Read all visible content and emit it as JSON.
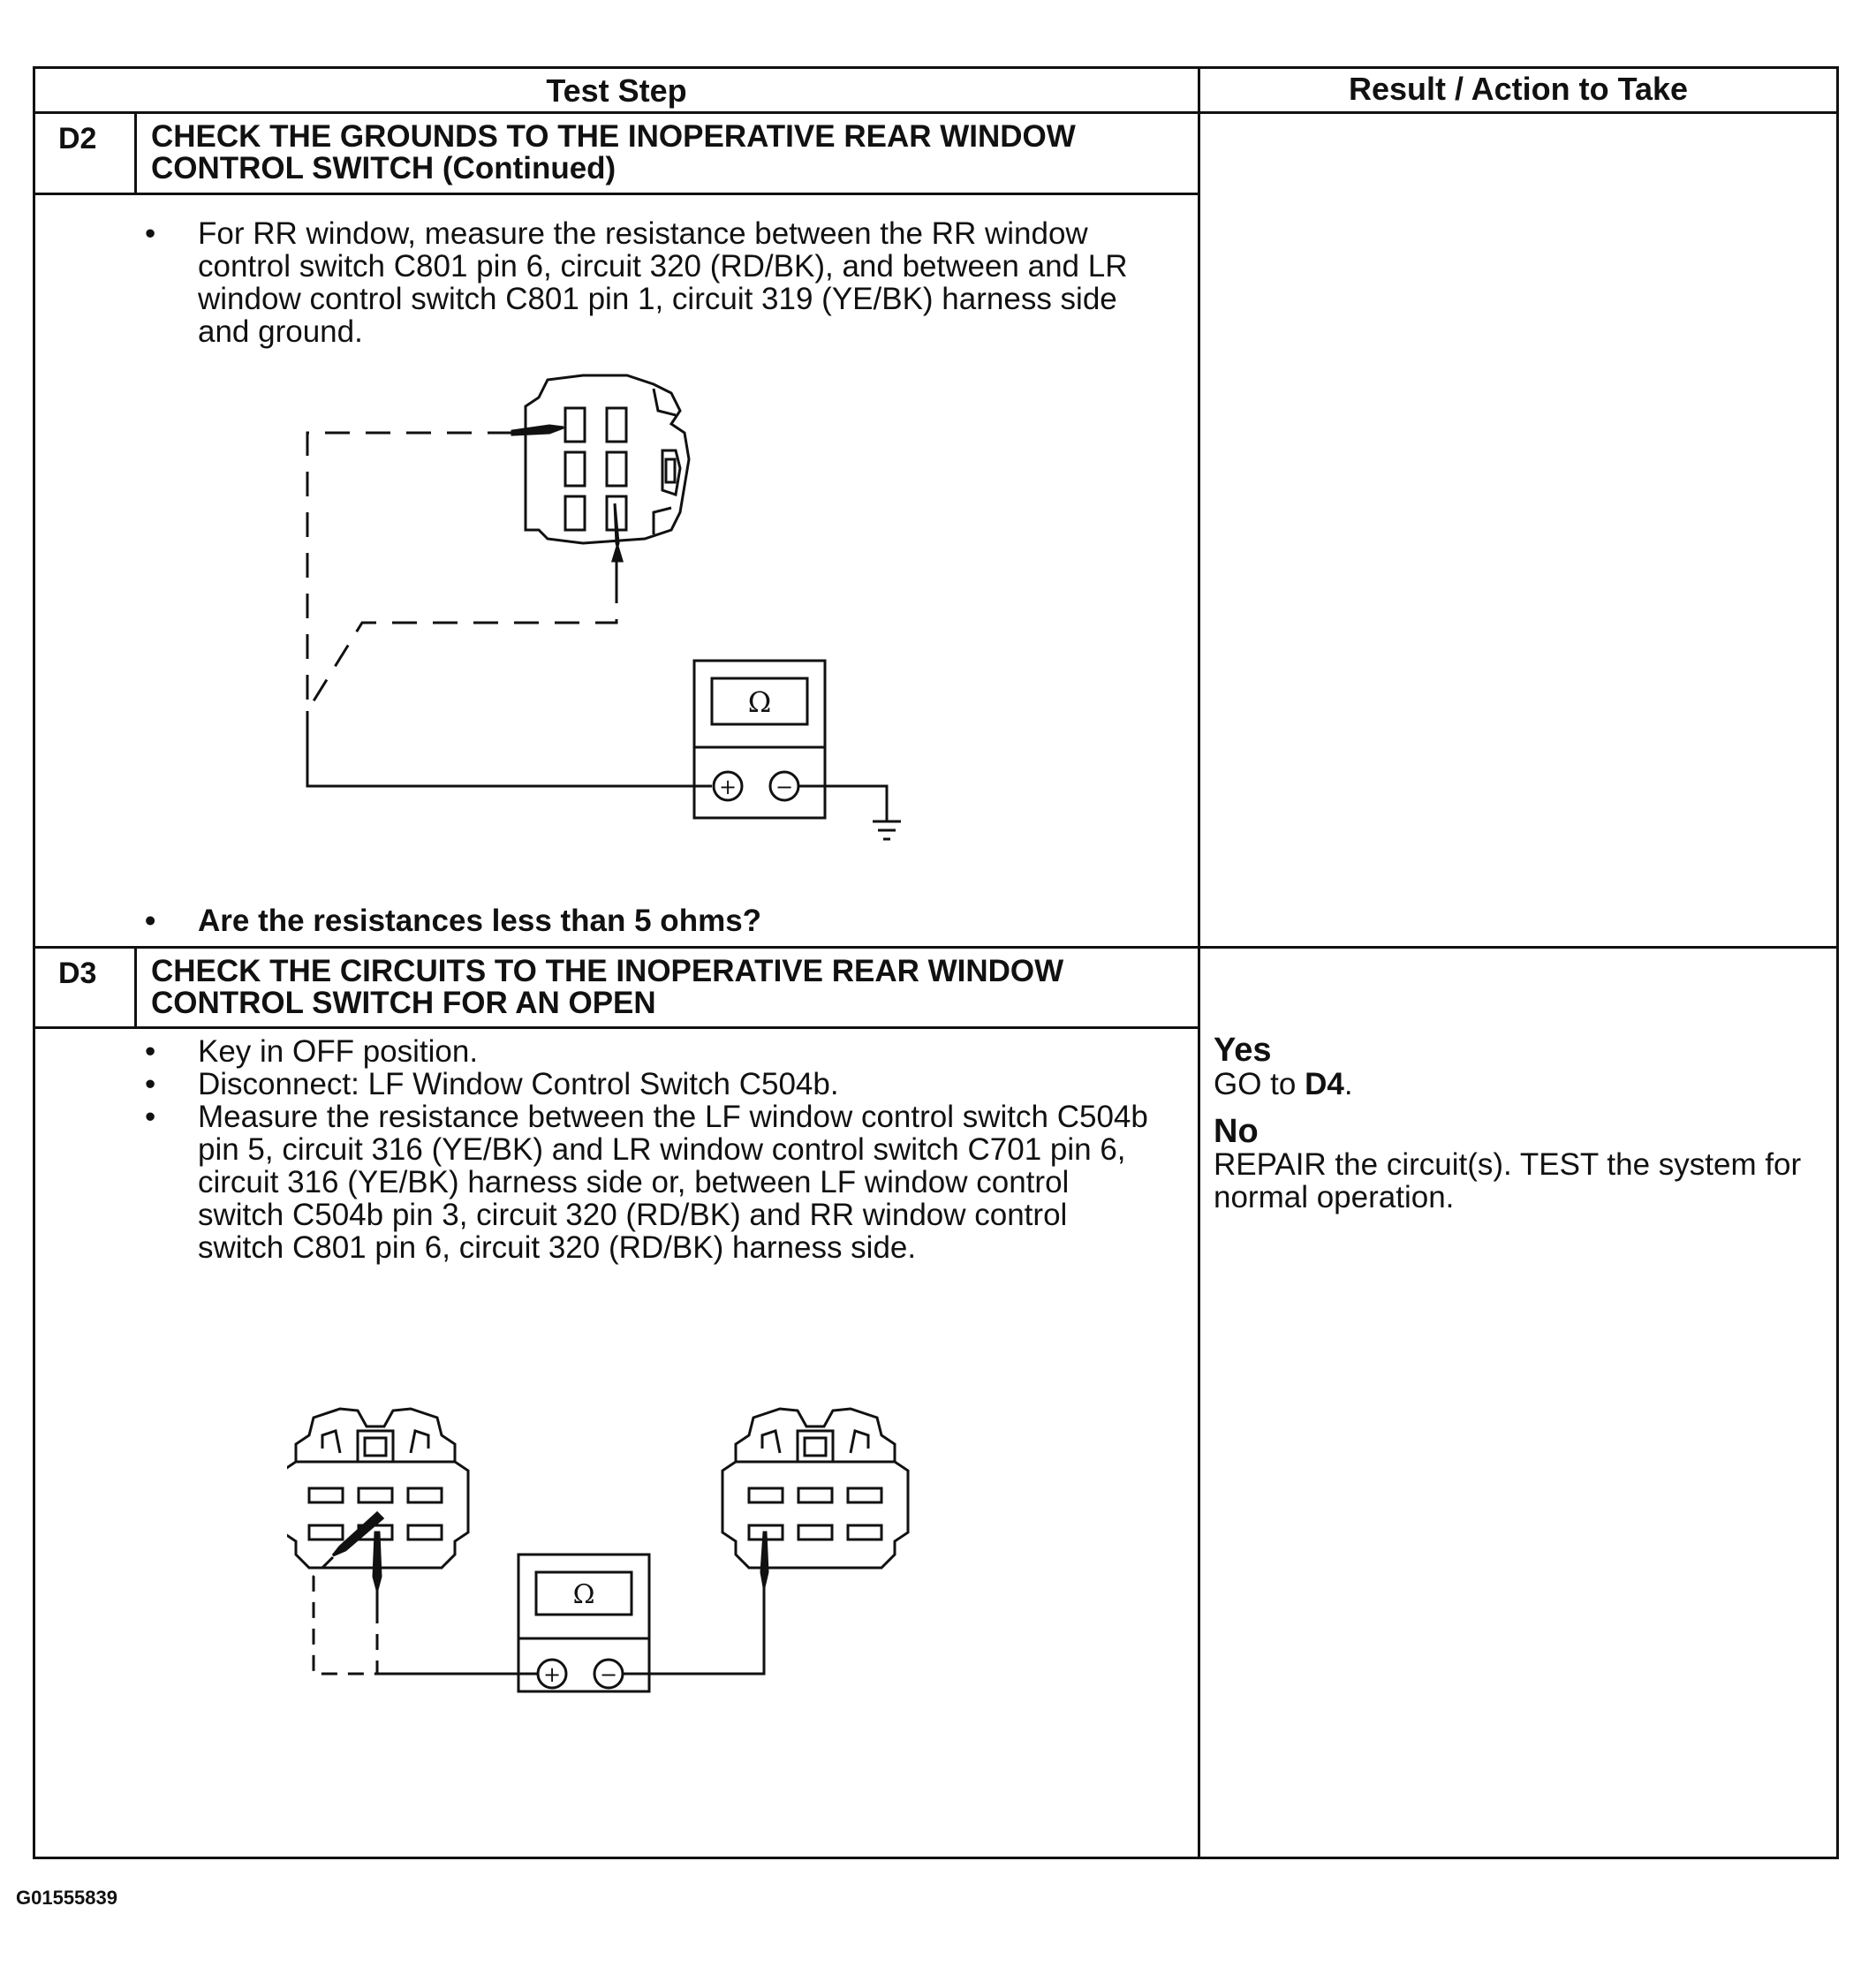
{
  "table": {
    "header_test_step": "Test Step",
    "header_result": "Result / Action to Take"
  },
  "steps": [
    {
      "id": "D2",
      "title": "CHECK THE GROUNDS TO THE INOPERATIVE REAR WINDOW CONTROL SWITCH (Continued)",
      "instructions": [
        "For RR window, measure the resistance between the RR window control switch C801 pin 6, circuit 320 (RD/BK), and between and LR window control switch C801 pin 1, circuit 319 (YE/BK) harness side and ground."
      ],
      "question": "Are the resistances less than 5 ohms?",
      "meter_symbol": "Ω"
    },
    {
      "id": "D3",
      "title": "CHECK THE CIRCUITS TO THE INOPERATIVE REAR WINDOW CONTROL SWITCH FOR AN OPEN",
      "instructions": [
        "Key in OFF position.",
        "Disconnect: LF Window Control Switch C504b.",
        "Measure the resistance between the LF window control switch C504b pin 5, circuit 316 (YE/BK) and LR window control switch C701 pin 6, circuit 316 (YE/BK) harness side or, between LF window control switch C504b pin 3, circuit 320 (RD/BK) and RR window control switch C801 pin 6, circuit 320 (RD/BK) harness side."
      ],
      "meter_symbol": "Ω",
      "result": {
        "yes_label": "Yes",
        "yes_prefix": "GO to ",
        "yes_target": "D4",
        "yes_suffix": ".",
        "no_label": "No",
        "no_text": "REPAIR the circuit(s). TEST the system for normal operation."
      }
    }
  ],
  "meter": {
    "plus": "+",
    "minus": "−"
  },
  "figure_id": "G01555839"
}
